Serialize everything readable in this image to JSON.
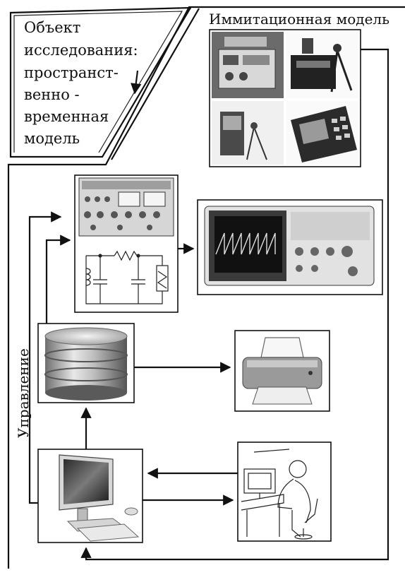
{
  "object_label": [
    "Объект",
    "исследования:",
    "пространст-",
    "венно -",
    "временная",
    "модель"
  ],
  "simulation_label": "Иммитационная модель",
  "control_label": "Управление"
}
